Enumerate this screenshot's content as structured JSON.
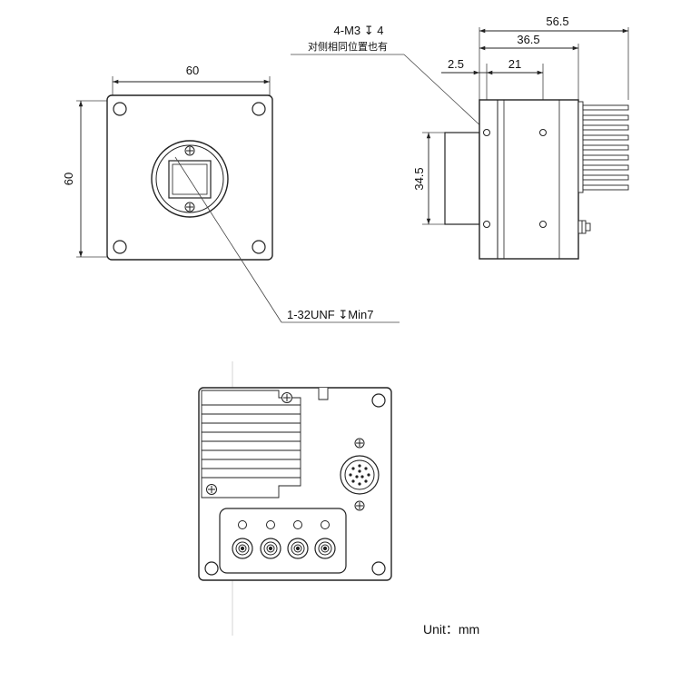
{
  "front_view": {
    "width_label": "60",
    "height_label": "60",
    "thread_note": "1-32UNF ↧Min7"
  },
  "side_view": {
    "dim_overall": "56.5",
    "dim_body": "36.5",
    "dim_offset": "2.5",
    "dim_holes": "21",
    "dim_height": "34.5",
    "hole_note_line1": "4-M3 ↧ 4",
    "hole_note_line2": "对侧相同位置也有"
  },
  "unit_label": "Unit：mm"
}
